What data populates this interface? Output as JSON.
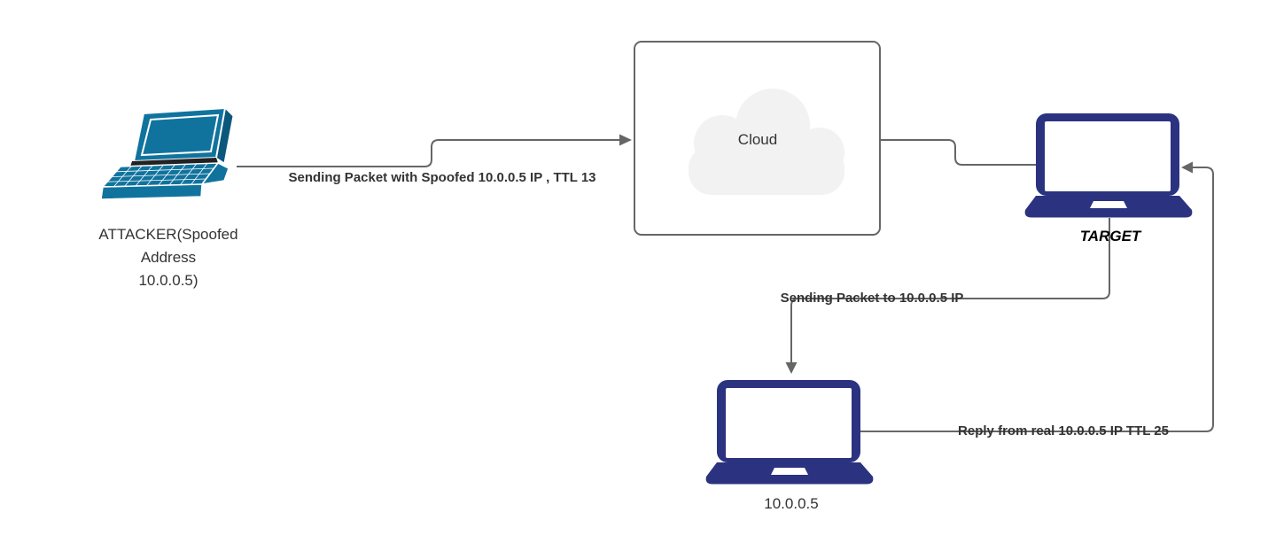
{
  "diagram": {
    "title": "IP spoofing attack network diagram",
    "nodes": {
      "attacker": {
        "lines": [
          "ATTACKER(Spoofed",
          "Address",
          "10.0.0.5)"
        ],
        "icon": "laptop-perspective"
      },
      "cloud": {
        "label": "Cloud",
        "icon": "cloud"
      },
      "target": {
        "label": "TARGET",
        "icon": "laptop-front"
      },
      "host": {
        "label": "10.0.0.5",
        "icon": "laptop-front"
      }
    },
    "edges": {
      "spoofed_packet": {
        "label": "Sending Packet with Spoofed 10.0.0.5 IP , TTL 13",
        "from": "attacker",
        "to": "cloud"
      },
      "cloud_to_target": {
        "label": "",
        "from": "cloud",
        "to": "target"
      },
      "to_real_host": {
        "label": "Sending Packet to 10.0.0.5 IP",
        "from": "target",
        "to": "host"
      },
      "reply": {
        "label": "Reply from real 10.0.0.5 IP TTL 25",
        "from": "host",
        "to": "target"
      }
    },
    "colors": {
      "line": "#666666",
      "attacker_laptop": "#10739E",
      "attacker_laptop_shade": "#0b587c",
      "navy_laptop": "#2b3380",
      "cloud_fill": "#f2f2f2",
      "cloud_border": "#666666",
      "label_text": "#333333"
    }
  }
}
